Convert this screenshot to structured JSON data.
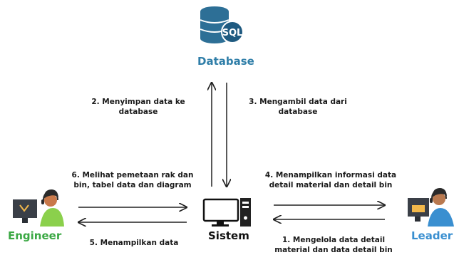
{
  "nodes": {
    "database": {
      "title": "Database",
      "badge": "SQL"
    },
    "system": {
      "title": "Sistem"
    },
    "engineer": {
      "title": "Engineer"
    },
    "leader": {
      "title": "Leader"
    }
  },
  "flows": {
    "f1": {
      "line1": "1. Mengelola data detail",
      "line2": "material dan data detail bin"
    },
    "f2": {
      "line1": "2. Menyimpan data ke",
      "line2": "database"
    },
    "f3": {
      "line1": "3. Mengambil data dari",
      "line2": "database"
    },
    "f4": {
      "line1": "4. Menampilkan informasi data",
      "line2": "detail material dan detail bin"
    },
    "f5": {
      "line1": "5. Menampilkan data"
    },
    "f6": {
      "line1": "6. Melihat pemetaan rak dan",
      "line2": "bin, tabel data dan diagram"
    }
  },
  "colors": {
    "database_title": "#2f7ea8",
    "database_icon": "#2d6f96",
    "engineer_title": "#3aa843",
    "leader_title": "#3a8fd0",
    "text": "#1a1a1a"
  }
}
